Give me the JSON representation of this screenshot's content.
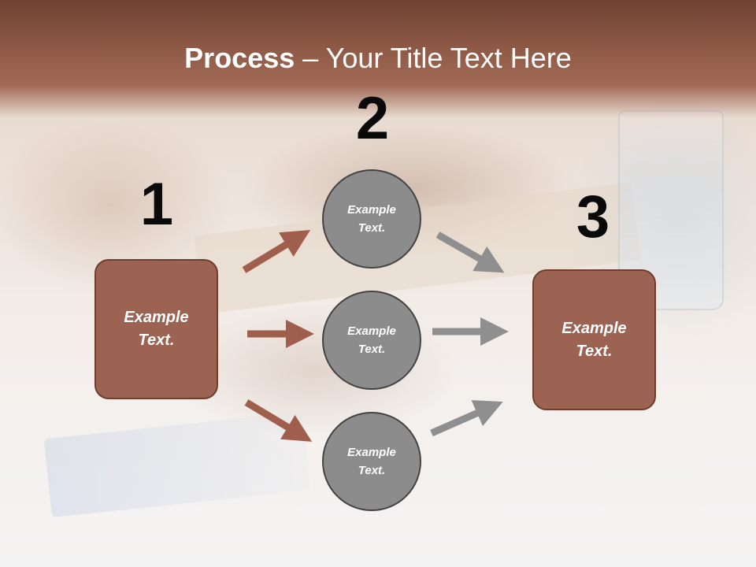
{
  "title": {
    "bold": "Process",
    "rest": " – Your Title Text Here"
  },
  "steps": [
    {
      "number": "1",
      "text": "Example Text."
    },
    {
      "number": "2",
      "items": [
        "Example Text.",
        "Example Text.",
        "Example Text."
      ]
    },
    {
      "number": "3",
      "text": "Example Text."
    }
  ],
  "colors": {
    "header": "#8a5643",
    "box_fill": "#9c6352",
    "box_border": "#6e3e30",
    "circle_fill": "#8c8c8c",
    "circle_border": "#444444",
    "arrow_brown": "#a05e4c",
    "arrow_gray": "#8f8f8f"
  }
}
